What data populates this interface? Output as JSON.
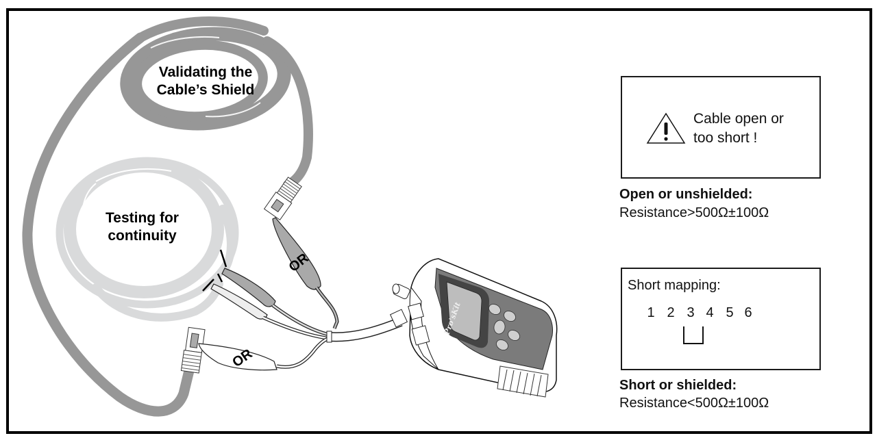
{
  "diagram": {
    "labels": {
      "shield_coil": [
        "Validating the",
        "Cable’s Shield"
      ],
      "continuity_coil": [
        "Testing for",
        "continuity"
      ],
      "clip_upper": "OR",
      "clip_lower": "OR"
    },
    "device": {
      "brand": "Pro'sKit",
      "icon": "cable-tester-device"
    },
    "panels": [
      {
        "id": "open",
        "icon": "warning-triangle-icon",
        "message": [
          "Cable open or",
          "too short !"
        ],
        "caption_title": "Open or unshielded:",
        "caption_text": "Resistance>500Ω±100Ω"
      },
      {
        "id": "short",
        "title": "Short mapping:",
        "pins": [
          "1",
          "2",
          "3",
          "4",
          "5",
          "6"
        ],
        "shorted_pins": [
          "3",
          "4"
        ],
        "caption_title": "Short or shielded:",
        "caption_text": "Resistance<500Ω±100Ω"
      }
    ],
    "colors": {
      "shield_cable": "#979797",
      "continuity_cable": "#d9dadb",
      "device_body": "#7b7b7b",
      "frame": "#000000"
    }
  }
}
